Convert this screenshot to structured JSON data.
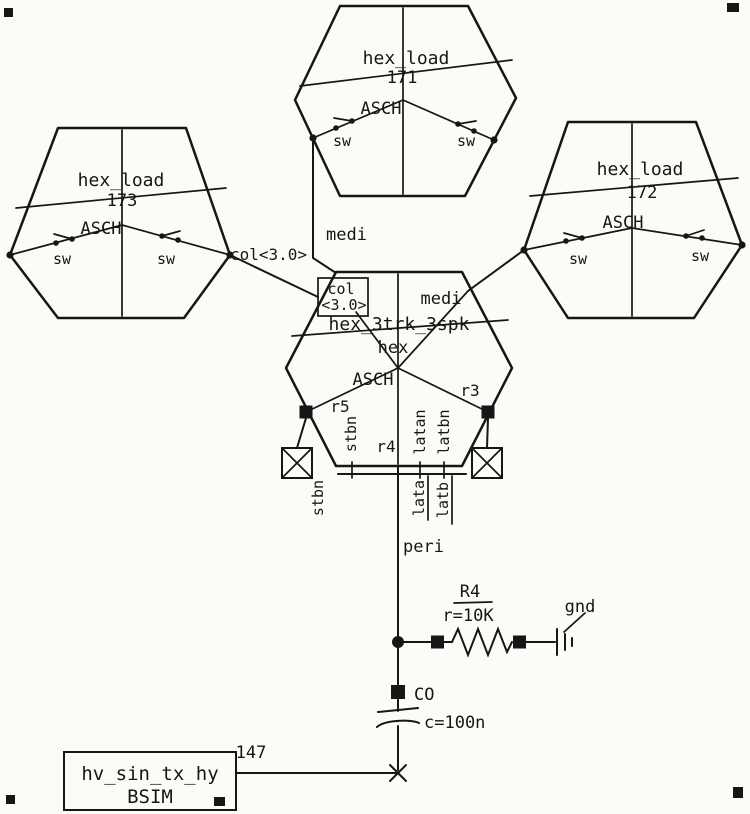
{
  "colors": {
    "ink": "#161616",
    "paper": "#fbfbf8"
  },
  "hexagons": {
    "top": {
      "title": "hex_load",
      "num": "171",
      "asch": "ASCH",
      "sw_left": "sw",
      "sw_right": "sw"
    },
    "left": {
      "title": "hex_load",
      "num": "173",
      "asch": "ASCH",
      "sw_left": "sw",
      "sw_right": "sw"
    },
    "right": {
      "title": "hex_load",
      "num": "172",
      "asch": "ASCH",
      "sw_left": "sw",
      "sw_right": "sw"
    },
    "center": {
      "title": "hex_3trk_3spk",
      "subtitle": "hex",
      "asch": "ASCH",
      "pin_box": {
        "line1": "col",
        "line2": "<3.0>"
      },
      "pins": {
        "r5": "r5",
        "r3": "r3",
        "r4": "r4",
        "stbn": "stbn",
        "latan": "latan",
        "latbn": "latbn"
      }
    }
  },
  "nets": {
    "medi_vertical": "medi",
    "medi_right": "medi",
    "col_bus": "col<3.0>",
    "stbn": "stbn",
    "lata": "lata",
    "latb": "latb",
    "peri": "peri",
    "node_147": "147"
  },
  "components": {
    "resistor": {
      "ref": "R4",
      "value": "r=10K"
    },
    "ground": {
      "label": "gnd"
    },
    "capacitor": {
      "ref": "CO",
      "value": "c=100n"
    },
    "source": {
      "line1": "hv_sin_tx_hy",
      "line2": "BSIM"
    }
  }
}
